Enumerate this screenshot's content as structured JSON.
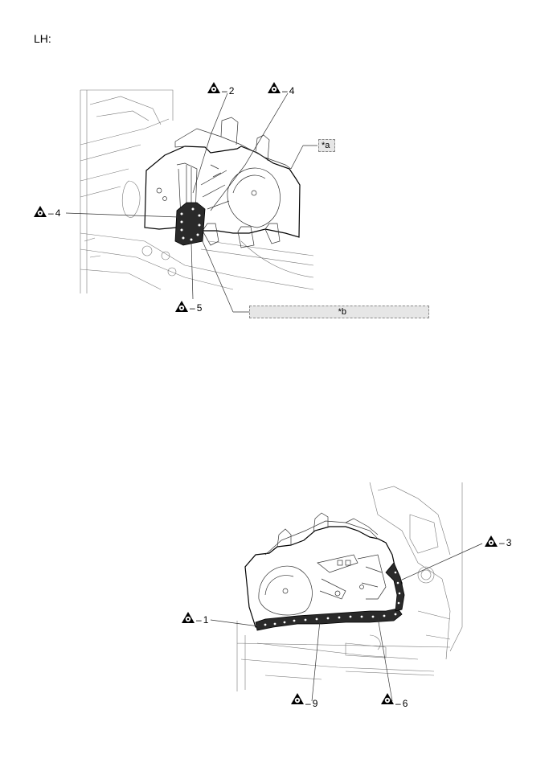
{
  "side_label": "LH:",
  "upper_view": {
    "callouts": [
      {
        "id": "c2",
        "number": "2"
      },
      {
        "id": "c4a",
        "number": "4"
      },
      {
        "id": "c4b",
        "number": "4"
      },
      {
        "id": "c5",
        "number": "5"
      }
    ],
    "tags": {
      "a": "*a",
      "b": "*b"
    }
  },
  "lower_view": {
    "callouts": [
      {
        "id": "c1",
        "number": "1"
      },
      {
        "id": "c3",
        "number": "3"
      },
      {
        "id": "c9",
        "number": "9"
      },
      {
        "id": "c6",
        "number": "6"
      }
    ]
  },
  "icons": {
    "weld_symbol": "weld-symbol-icon"
  }
}
